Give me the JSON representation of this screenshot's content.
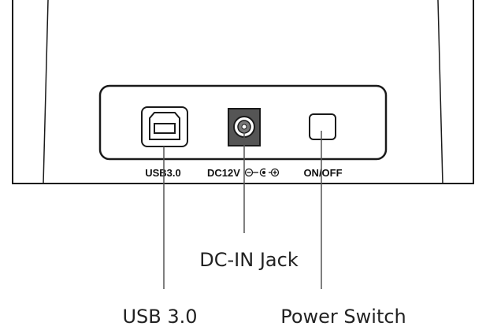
{
  "panel_labels": {
    "usb": "USB3.0",
    "dc": "DC12V",
    "power": "ON/OFF"
  },
  "callouts": {
    "dc_in": "DC-IN Jack",
    "usb": "USB 3.0",
    "power": "Power Switch"
  },
  "colors": {
    "line": "#1a1a1a",
    "jack_fill": "#555555"
  }
}
